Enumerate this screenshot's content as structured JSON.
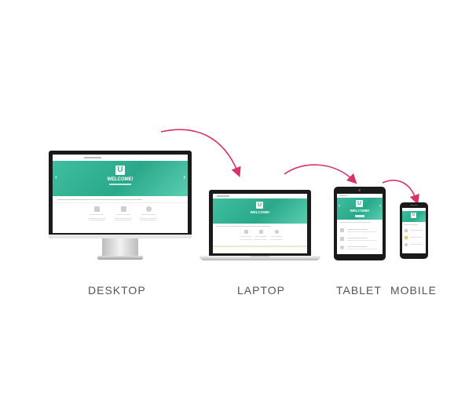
{
  "devices": [
    {
      "id": "desktop",
      "label": "DESKTOP"
    },
    {
      "id": "laptop",
      "label": "LAPTOP"
    },
    {
      "id": "tablet",
      "label": "TABLET"
    },
    {
      "id": "mobile",
      "label": "MOBILE"
    }
  ],
  "site": {
    "logo_letter": "U",
    "hero_title": "WELCOME!"
  },
  "colors": {
    "accent": "#35b595",
    "arrow": "#d6336c",
    "label": "#555555",
    "device_frame": "#1a1a1a"
  }
}
